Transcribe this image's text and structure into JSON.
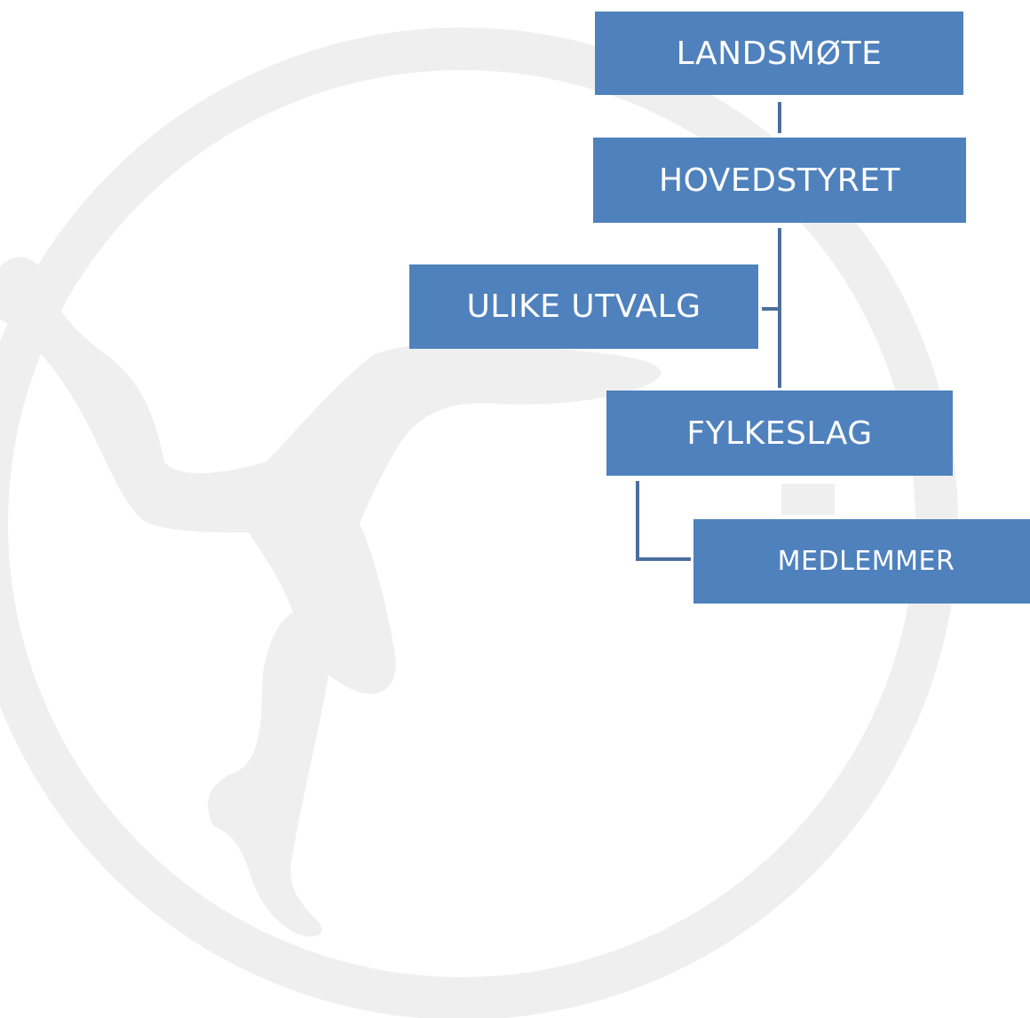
{
  "diagram": {
    "nodes": [
      {
        "id": "landsmote",
        "label": "LANDSMØTE"
      },
      {
        "id": "hovedstyret",
        "label": "HOVEDSTYRET"
      },
      {
        "id": "utvalg",
        "label": "ULIKE UTVALG"
      },
      {
        "id": "fylkeslag",
        "label": "FYLKESLAG"
      },
      {
        "id": "medlemmer",
        "label": "MEDLEMMER"
      }
    ],
    "edges": [
      {
        "from": "landsmote",
        "to": "hovedstyret"
      },
      {
        "from": "hovedstyret",
        "to": "fylkeslag"
      },
      {
        "from": "hovedstyret",
        "to": "utvalg"
      },
      {
        "from": "fylkeslag",
        "to": "medlemmer"
      }
    ]
  },
  "colors": {
    "node_fill": "#4f81bd",
    "node_text": "#ffffff",
    "connector": "#4a6f9c",
    "watermark": "#efefef"
  },
  "watermark": {
    "icon": "jumping-figure-logo-watermark"
  }
}
